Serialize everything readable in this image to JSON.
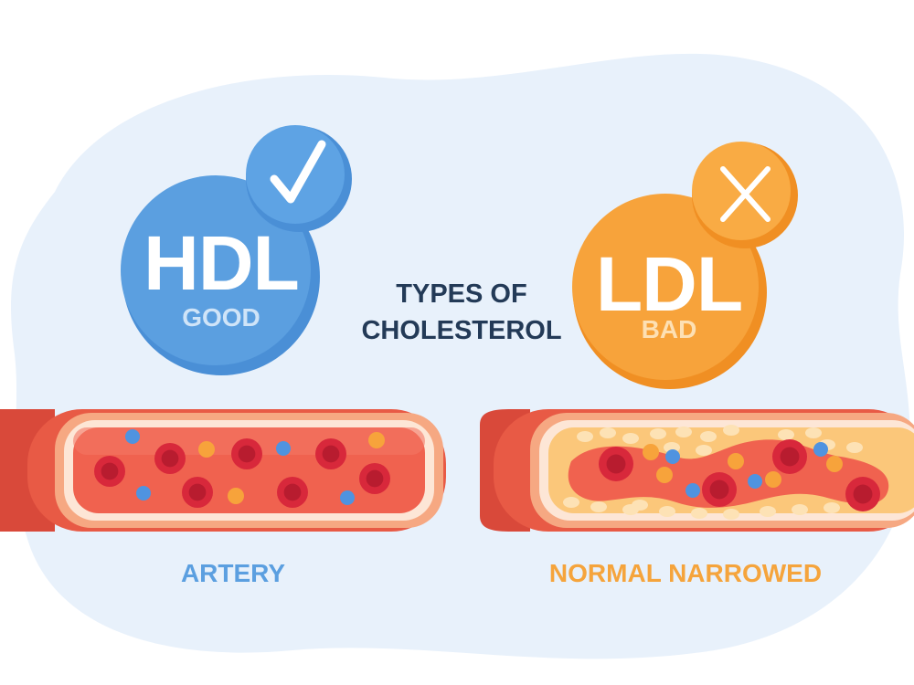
{
  "hdl": {
    "abbr": "HDL",
    "sub": "GOOD",
    "badge_icon": "check-icon"
  },
  "ldl": {
    "abbr": "LDL",
    "sub": "BAD",
    "badge_icon": "cross-icon"
  },
  "title": {
    "line1": "TYPES OF",
    "line2": "CHOLESTEROL"
  },
  "captions": {
    "left": "ARTERY",
    "right": "NORMAL NARROWED"
  },
  "colors": {
    "background_blob": "#e8f1fb",
    "hdl_blue": "#5b9fe0",
    "ldl_orange": "#f7a33b",
    "title_navy": "#233a57",
    "artery_wall": "#d9493a",
    "blood_cell": "#d8283b",
    "plaque": "#fbc77a"
  }
}
